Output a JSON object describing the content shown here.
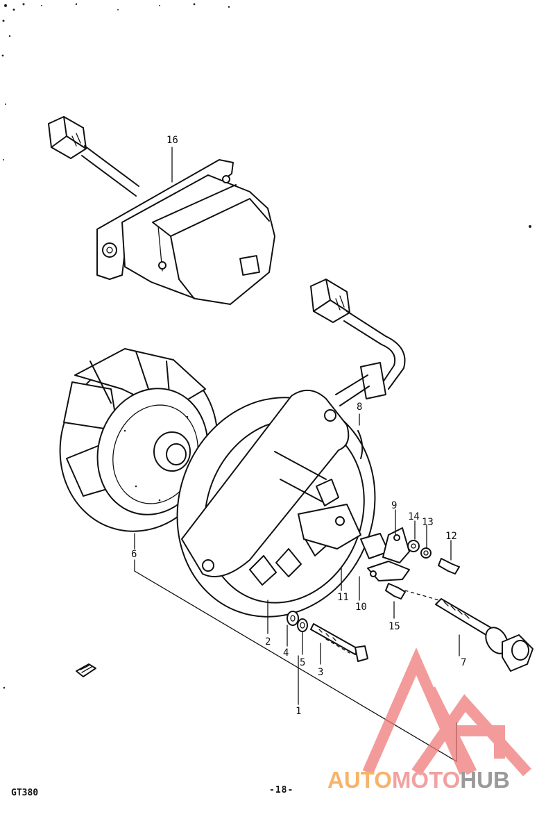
{
  "diagram": {
    "callouts": [
      {
        "id": "c16",
        "text": "16"
      },
      {
        "id": "c8",
        "text": "8"
      },
      {
        "id": "c9",
        "text": "9"
      },
      {
        "id": "c14",
        "text": "14"
      },
      {
        "id": "c13",
        "text": "13"
      },
      {
        "id": "c12",
        "text": "12"
      },
      {
        "id": "c6",
        "text": "6"
      },
      {
        "id": "c11",
        "text": "11"
      },
      {
        "id": "c10",
        "text": "10"
      },
      {
        "id": "c15",
        "text": "15"
      },
      {
        "id": "c7",
        "text": "7"
      },
      {
        "id": "c2",
        "text": "2"
      },
      {
        "id": "c4",
        "text": "4"
      },
      {
        "id": "c5",
        "text": "5"
      },
      {
        "id": "c3",
        "text": "3"
      },
      {
        "id": "c1",
        "text": "1"
      }
    ]
  },
  "footer": {
    "model": "GT380",
    "page": "-18-"
  },
  "watermark": {
    "part1": "AUTO",
    "part2": "MOTO",
    "part3": "HUB",
    "colors": {
      "auto": "#f6b46a",
      "moto": "#f3a0a0",
      "hub": "#9a9a9a",
      "logo": "#f07a7a"
    }
  }
}
